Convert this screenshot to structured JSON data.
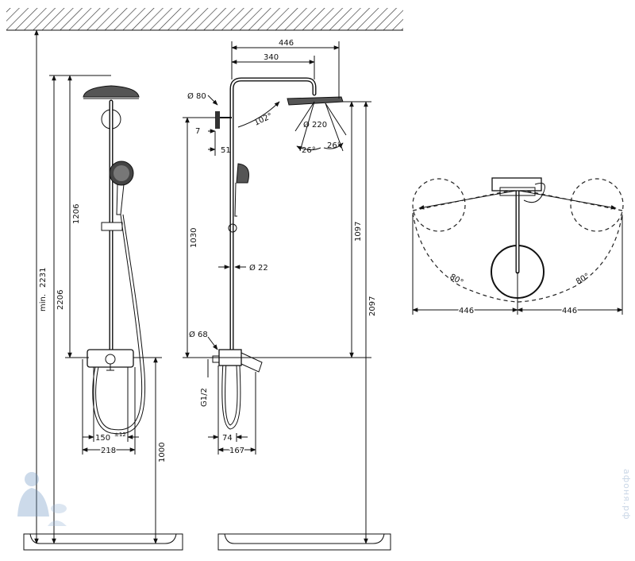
{
  "front_view": {
    "dims": {
      "min_height_prefix": "min.",
      "min_height": "2231",
      "total_height": "2206",
      "pipe_height": "1206",
      "mixer_height": "1000",
      "center_distance": "150",
      "tolerance": "±12",
      "mixer_width": "218"
    }
  },
  "side_view": {
    "dims": {
      "outer_reach": "446",
      "arm_reach": "340",
      "wall_mount_diameter": "Ø 80",
      "wall_gap": "7",
      "wall_bracket": "51",
      "arm_angle": "102°",
      "head_diameter": "Ø 220",
      "tilt_left": "26°",
      "tilt_right": "26°",
      "rail_height": "1030",
      "head_height": "1097",
      "head_floor_height": "2097",
      "pipe_diameter": "Ø 22",
      "rosette_diameter": "Ø 68",
      "thread": "G1/2",
      "mixer_depth": "74",
      "mixer_total_depth": "167"
    }
  },
  "top_view": {
    "dims": {
      "swivel_left": "80°",
      "swivel_right": "80°",
      "reach_left": "446",
      "reach_right": "446"
    }
  },
  "watermark": "афоня.рф"
}
